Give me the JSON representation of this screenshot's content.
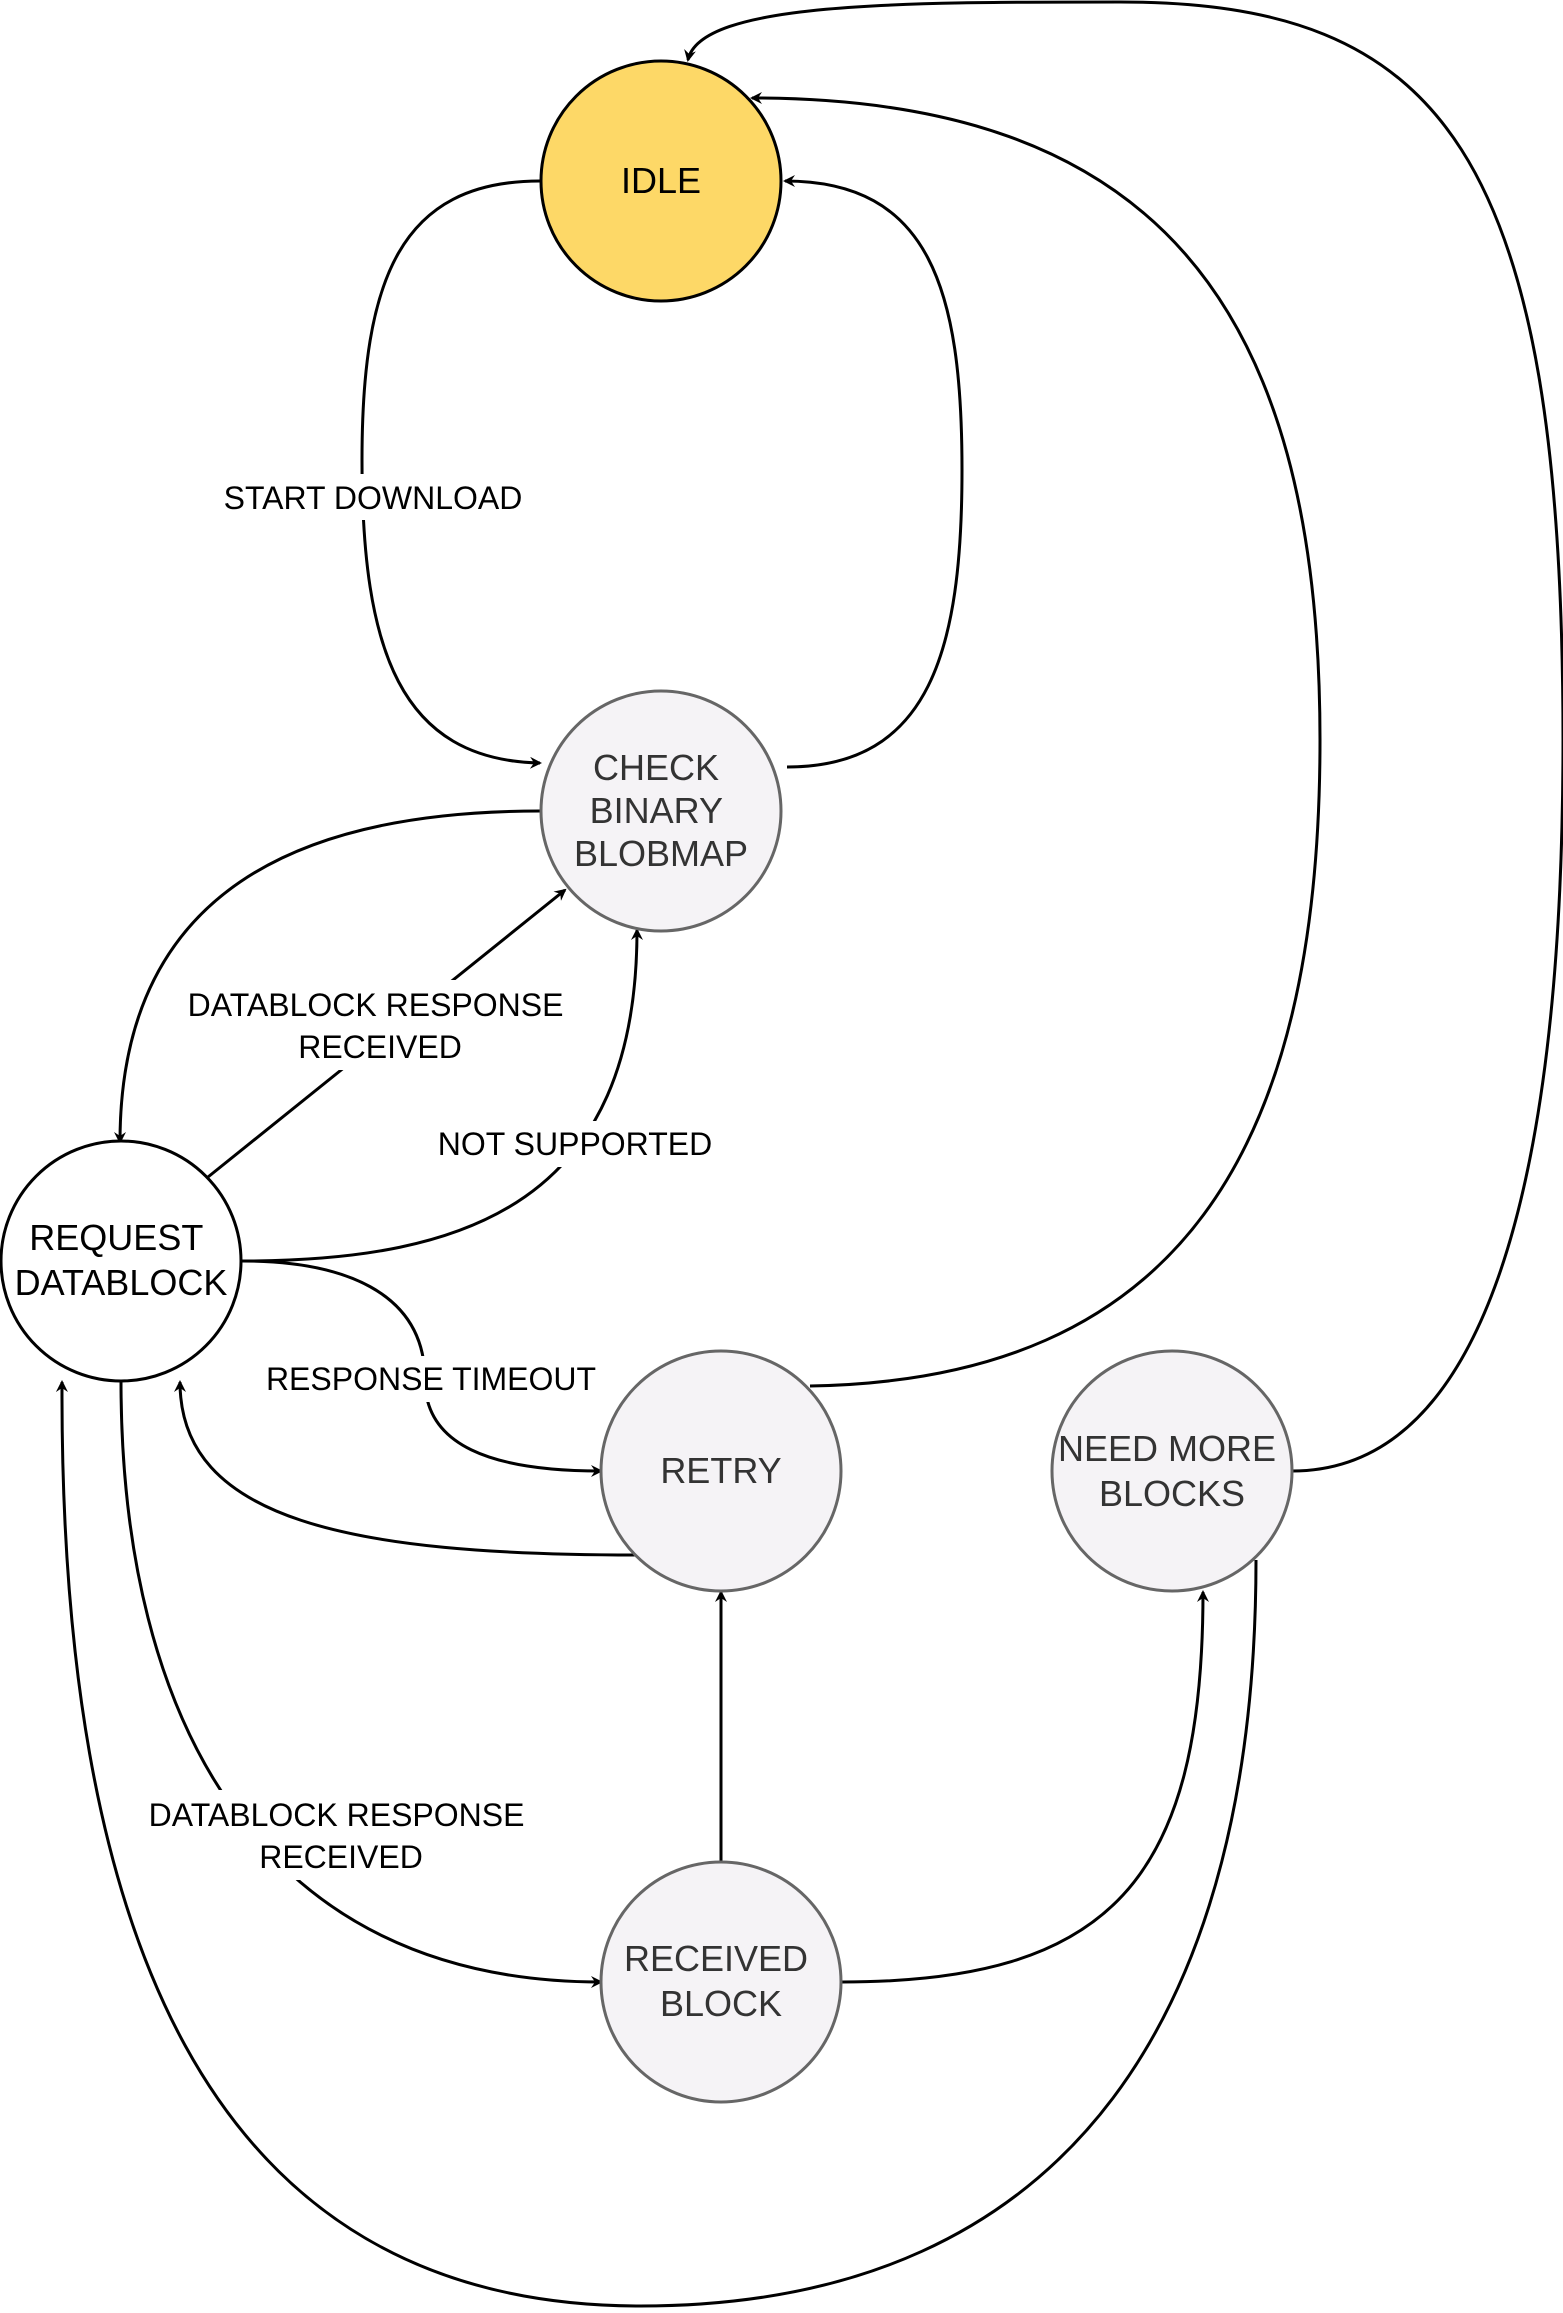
{
  "states": {
    "idle": {
      "label_lines": [
        "IDLE"
      ],
      "fill": "#fdd867",
      "stroke": "#000000",
      "text_color": "#000000"
    },
    "check_binary_blobmap": {
      "label_lines": [
        "CHECK",
        "BINARY",
        "BLOBMAP"
      ],
      "fill": "#f5f3f6",
      "stroke": "#666666",
      "text_color": "#333333"
    },
    "request_datablock": {
      "label_lines": [
        "REQUEST",
        "DATABLOCK"
      ],
      "fill": "#ffffff",
      "stroke": "#000000",
      "text_color": "#000000"
    },
    "retry": {
      "label_lines": [
        "RETRY"
      ],
      "fill": "#f5f3f6",
      "stroke": "#666666",
      "text_color": "#333333"
    },
    "need_more_blocks": {
      "label_lines": [
        "NEED MORE",
        "BLOCKS"
      ],
      "fill": "#f5f3f6",
      "stroke": "#666666",
      "text_color": "#333333"
    },
    "received_block": {
      "label_lines": [
        "RECEIVED",
        "BLOCK"
      ],
      "fill": "#f5f3f6",
      "stroke": "#666666",
      "text_color": "#333333"
    }
  },
  "edge_labels": {
    "start_download": [
      "START DOWNLOAD"
    ],
    "datablock_response_received_upper": [
      "DATABLOCK RESPONSE",
      "RECEIVED"
    ],
    "not_supported": [
      "NOT SUPPORTED"
    ],
    "response_timeout": [
      "RESPONSE TIMEOUT"
    ],
    "datablock_response_received_lower": [
      "DATABLOCK RESPONSE",
      "RECEIVED"
    ]
  }
}
